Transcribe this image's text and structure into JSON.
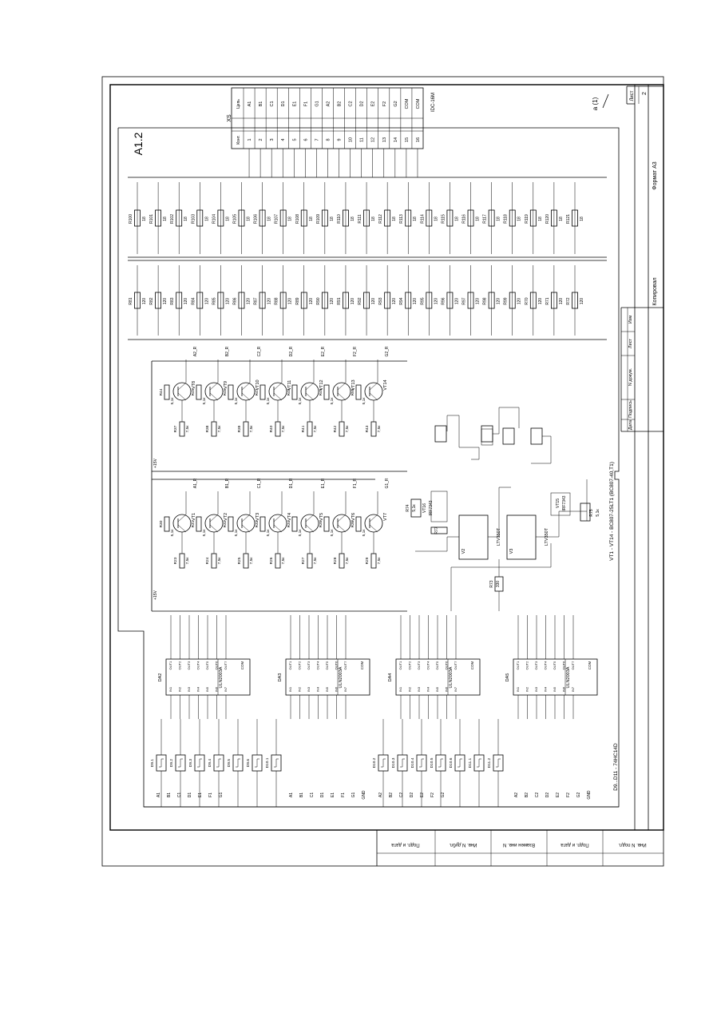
{
  "sheet": {
    "title": "A1.2",
    "sheet_label": "Лист",
    "sheet_number": "2",
    "format": "Формат A3",
    "copied": "Копировал",
    "stamp_cols": [
      "Изм",
      "Лист",
      "N докум.",
      "Подпись",
      "Дата"
    ],
    "left_stamp": [
      "Инв. N подл.",
      "Подп. и дата",
      "Взамен инв. N",
      "Инв. N дубл.",
      "Подп. и дата"
    ]
  },
  "connector": {
    "name": "XS",
    "type_label": "IDC-16M",
    "header_pin": "Конт.",
    "header_sig": "Цепь",
    "pins": [
      "1",
      "2",
      "3",
      "4",
      "5",
      "6",
      "7",
      "8",
      "9",
      "10",
      "11",
      "12",
      "13",
      "14",
      "15",
      "16"
    ],
    "signals": [
      "A1",
      "B1",
      "C1",
      "D1",
      "E1",
      "F1",
      "G1",
      "A2",
      "B2",
      "C2",
      "D2",
      "E2",
      "F2",
      "G2",
      "COM",
      "COM"
    ]
  },
  "resistors_top": {
    "names": [
      "R100",
      "R101",
      "R102",
      "R103",
      "R104",
      "R105",
      "R106",
      "R107",
      "R108",
      "R109",
      "R110",
      "R111",
      "R112",
      "R113",
      "R114",
      "R115",
      "R116",
      "R117",
      "R118",
      "R119",
      "R120",
      "R121"
    ],
    "value": "18"
  },
  "resistors_mid": {
    "names": [
      "R81",
      "R82",
      "R83",
      "R84",
      "R85",
      "R86",
      "R87",
      "R88",
      "R89",
      "R90",
      "R91",
      "R92",
      "R93",
      "R94",
      "R95",
      "R96",
      "R97",
      "R98",
      "R99",
      "R70",
      "R71",
      "R72"
    ],
    "value": "120"
  },
  "transistors_upper": {
    "names": [
      "VT8",
      "VT9",
      "VT10",
      "VT11",
      "VT12",
      "VT13",
      "VT14"
    ],
    "base_res": [
      "R44",
      "R45",
      "R46",
      "R47",
      "R48",
      "R49",
      "R50"
    ],
    "base_value": "5,1к",
    "pull_res": [
      "R37",
      "R38",
      "R39",
      "R40",
      "R41",
      "R42",
      "R43"
    ],
    "pull_value": "7,5к",
    "nets": [
      "A2_R",
      "B2_R",
      "C2_R",
      "D2_R",
      "E2_R",
      "F2_R",
      "G2_R"
    ]
  },
  "transistors_lower": {
    "names": [
      "VT1",
      "VT2",
      "VT3",
      "VT4",
      "VT5",
      "VT6",
      "VT7"
    ],
    "base_res": [
      "R30",
      "R31",
      "R32",
      "R33",
      "R34",
      "R35",
      "R36"
    ],
    "base_value": "5,1к",
    "pull_res": [
      "R23",
      "R24",
      "R25",
      "R26",
      "R27",
      "R28",
      "R29"
    ],
    "pull_value": "7,5к",
    "nets": [
      "A1_R",
      "B1_R",
      "C1_R",
      "D1_R",
      "E1_R",
      "F1_R",
      "G1_R"
    ]
  },
  "supply_label": "+15V",
  "transistor_note": "VT1 - VT14 - BC807-25LT1  (BC807-40,T1)",
  "logic_note": "D9...D11 - 74HC14D",
  "optocouplers": [
    {
      "ref": "V2",
      "part": "LTV350T"
    },
    {
      "ref": "V3",
      "part": "LTV350T"
    }
  ],
  "misc_parts": [
    {
      "ref": "R77",
      "value": ""
    },
    {
      "ref": "R74",
      "value": "5,1к"
    },
    {
      "ref": "R75",
      "value": "5,1к"
    },
    {
      "ref": "R73",
      "value": "330"
    },
    {
      "ref": "VT15",
      "value": "IRF7343"
    },
    {
      "ref": "VT16",
      "value": "IRF7343"
    }
  ],
  "drivers": {
    "part": "ULN2003A",
    "refs": [
      "DA2",
      "DA3",
      "DA4",
      "DA5"
    ],
    "in_pins": [
      "IN1",
      "IN2",
      "IN3",
      "IN4",
      "IN5",
      "IN6",
      "IN7"
    ],
    "out_pins": [
      "OUT1",
      "OUT2",
      "OUT3",
      "OUT4",
      "OUT5",
      "OUT6",
      "OUT7"
    ],
    "com_pin": "COM"
  },
  "inverters_left": [
    "D9.1",
    "D9.2",
    "D9.3",
    "D9.4",
    "D9.5",
    "D9.6",
    "D10.1"
  ],
  "inverters_right": [
    "D10.2",
    "D10.3",
    "D10.4",
    "D10.5",
    "D10.6",
    "D11.1",
    "D11.2"
  ],
  "inputs_groups": [
    [
      "A1",
      "B1",
      "C1",
      "D1",
      "E1",
      "F1",
      "G1"
    ],
    [
      "A1",
      "B1",
      "C1",
      "D1",
      "E1",
      "F1",
      "G1",
      "GND"
    ],
    [
      "A2",
      "B2",
      "C2",
      "D2",
      "E2",
      "F2",
      "G2"
    ],
    [
      "A2",
      "B2",
      "C2",
      "D2",
      "E2",
      "F2",
      "G2",
      "GND"
    ]
  ]
}
